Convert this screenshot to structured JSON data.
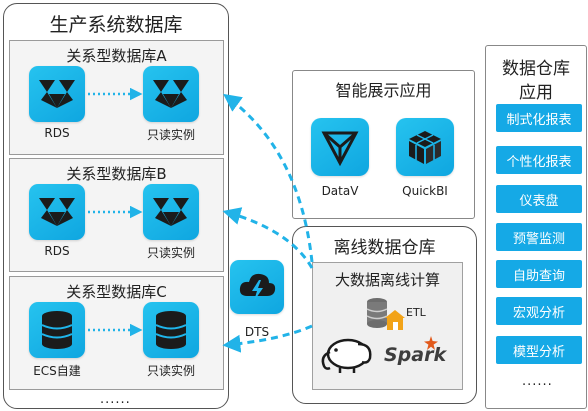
{
  "production": {
    "title": "生产系统数据库",
    "groups": [
      {
        "title": "关系型数据库A",
        "source_label": "RDS",
        "replica_label": "只读实例"
      },
      {
        "title": "关系型数据库B",
        "source_label": "RDS",
        "replica_label": "只读实例"
      },
      {
        "title": "关系型数据库C",
        "source_label": "ECS自建",
        "replica_label": "只读实例"
      }
    ],
    "more": "......"
  },
  "dts": {
    "label": "DTS"
  },
  "smart_display": {
    "title": "智能展示应用",
    "apps": [
      {
        "label": "DataV",
        "icon": "datav-icon"
      },
      {
        "label": "QuickBI",
        "icon": "quickbi-icon"
      }
    ]
  },
  "offline_warehouse": {
    "title": "离线数据仓库",
    "compute_title": "大数据离线计算",
    "etl_label": "ETL",
    "spark_label": "Spark"
  },
  "warehouse_apps": {
    "title_line1": "数据仓库",
    "title_line2": "应用",
    "items": [
      "制式化报表",
      "个性化报表",
      "仪表盘",
      "预警监测",
      "自助查询",
      "宏观分析",
      "模型分析"
    ],
    "more": "......"
  },
  "colors": {
    "accent": "#15a9e6",
    "arrow": "#21b3e8",
    "panel_border": "#555555"
  }
}
